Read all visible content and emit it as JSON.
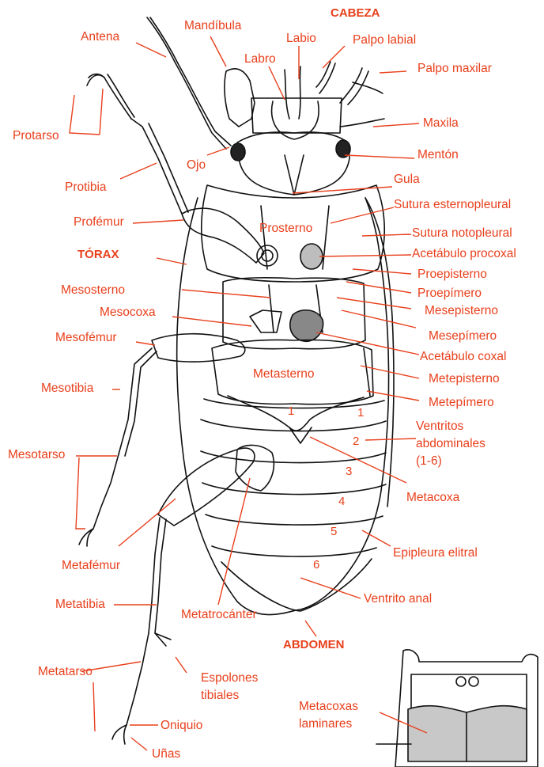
{
  "colors": {
    "label": "#e8401c",
    "outline": "#111111",
    "shade": "#bdbdbd"
  },
  "labels": {
    "cabeza": "CABEZA",
    "torax": "TÓRAX",
    "abdomen": "ABDOMEN",
    "antena": "Antena",
    "mandibula": "Mandíbula",
    "labio": "Labio",
    "labro": "Labro",
    "palpo_labial": "Palpo labial",
    "palpo_maxilar": "Palpo maxilar",
    "maxila": "Maxila",
    "menton": "Mentón",
    "protarso": "Protarso",
    "ojo": "Ojo",
    "protibia": "Protibia",
    "gula": "Gula",
    "sutura_esternopleural": "Sutura esternopleural",
    "profemur": "Profémur",
    "prosterno": "Prosterno",
    "sutura_notopleural": "Sutura notopleural",
    "acetabulo_procoxal": "Acetábulo procoxal",
    "proepisterno": "Proepisterno",
    "mesosterno": "Mesosterno",
    "proepimero": "Proepímero",
    "mesocoxa": "Mesocoxa",
    "mesepisterno": "Mesepisterno",
    "mesofemur": "Mesofémur",
    "mesepimero": "Mesepímero",
    "acetabulo_coxal": "Acetábulo coxal",
    "mesotibia": "Mesotibia",
    "metasterno": "Metasterno",
    "metepisterno": "Metepisterno",
    "metepimero": "Metepímero",
    "ventritos_line1": "Ventritos",
    "ventritos_line2": "abdominales",
    "ventritos_line3": "(1-6)",
    "mesotarso": "Mesotarso",
    "metacoxa": "Metacoxa",
    "metafemur": "Metafémur",
    "epipleura_elitral": "Epipleura elitral",
    "metatibia": "Metatibia",
    "ventrito_anal": "Ventrito anal",
    "metatrocanter": "Metatrocánter",
    "metatarso": "Metatarso",
    "espolones_line1": "Espolones",
    "espolones_line2": "tibiales",
    "metacoxas_line1": "Metacoxas",
    "metacoxas_line2": "laminares",
    "oniquio": "Oniquio",
    "unas": "Uñas"
  },
  "numbers": {
    "n1a": "1",
    "n1b": "1",
    "n2": "2",
    "n3": "3",
    "n4": "4",
    "n5": "5",
    "n6": "6"
  }
}
